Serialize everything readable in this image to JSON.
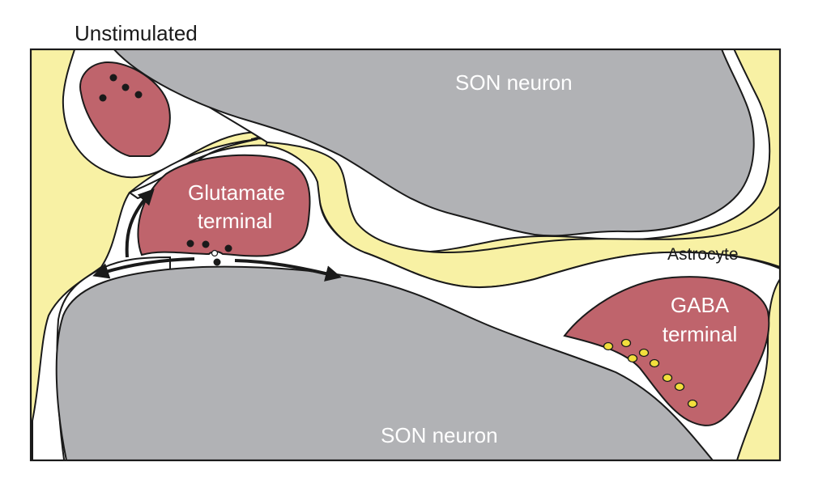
{
  "title": "Unstimulated",
  "labels": {
    "son_neuron_top": "SON neuron",
    "son_neuron_bottom": "SON neuron",
    "glutamate_line1": "Glutamate",
    "glutamate_line2": "terminal",
    "gaba_line1": "GABA",
    "gaba_line2": "terminal",
    "astrocyte": "Astrocyte"
  },
  "colors": {
    "astrocyte": "#f8f1a4",
    "neuron": "#b1b2b5",
    "terminal": "#bf646c",
    "extracellular": "#ffffff",
    "outline": "#1a1a1a",
    "gaba_vesicle": "#f2df3c",
    "label_light": "#ffffff",
    "label_dark": "#1a1a1a"
  },
  "vesicle_counts": {
    "upper_terminal": 4,
    "glutamate_terminal": 3,
    "gaba_terminal": 8
  }
}
